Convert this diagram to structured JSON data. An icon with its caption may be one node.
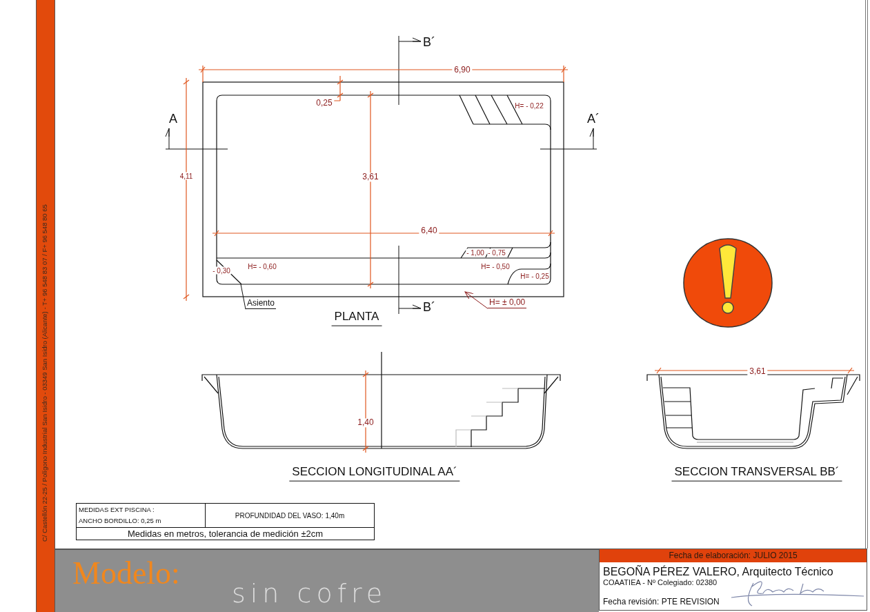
{
  "diagram": {
    "nodes": [
      {
        "text": [
          "Asiento"
        ]
      },
      {
        "text": [
          "H= ± 0,00"
        ]
      }
    ],
    "edges": [
      {
        "from": 0,
        "to": null,
        "arrow": "none"
      },
      {
        "from": 1,
        "to": null,
        "arrow": "to",
        "color": "#8b1a1a"
      }
    ],
    "labels": [
      "B´",
      "6,90",
      "0,25",
      "H= - 0,22",
      "A",
      "A´",
      "4,11",
      "3,61",
      "6,40",
      "- 1,00",
      "- 0,75",
      "H= - 0,60",
      "H= - 0,50",
      "- 0,30",
      "H= - 0,25",
      "B´",
      "PLANTA",
      "1,40",
      "3,61",
      "SECCION LONGITUDINAL AA´",
      "SECCION TRANSVERSAL BB´",
      "MEDIDAS EXT PISCINA :",
      "ANCHO BORDILLO: 0,25 m",
      "PROFUNDIDAD DEL VASO: 1,40m",
      "Medidas en metros, tolerancia de medición ±2cm",
      "Modelo:",
      "sin cofre",
      "Fecha de elaboración: JULIO 2015",
      "BEGOÑA PÉREZ VALERO, Arquitecto Técnico",
      "COAATIEA - Nº Colegiado: 02380",
      "Fecha revisión: PTE REVISION",
      "C/ Castellón 22-25 / Polígono Industrial San Isidro - 03349 San Isidro (Alicante) - T+ 96 548 83 07 / F+ 96 548 80 65"
    ]
  }
}
